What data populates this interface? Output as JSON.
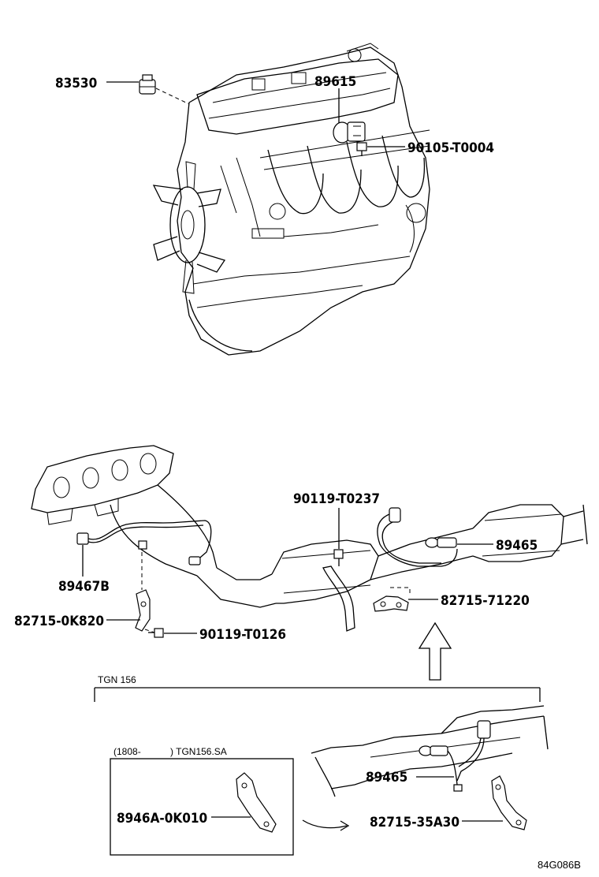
{
  "diagram": {
    "callouts": {
      "p83530": "83530",
      "p89615": "89615",
      "p90105": "90105-T0004",
      "p90119a": "90119-T0237",
      "p89465a": "89465",
      "p89467b": "89467B",
      "p82715a": "82715-71220",
      "p82715b": "82715-0K820",
      "p90119b": "90119-T0126",
      "p89465b": "89465",
      "p8946a": "8946A-0K010",
      "p82715c": "82715-35A30"
    },
    "section_label": "TGN 156",
    "inset_label_date": "(1808-",
    "inset_label_model": ") TGN156.SA",
    "figure_code": "84G086B"
  }
}
